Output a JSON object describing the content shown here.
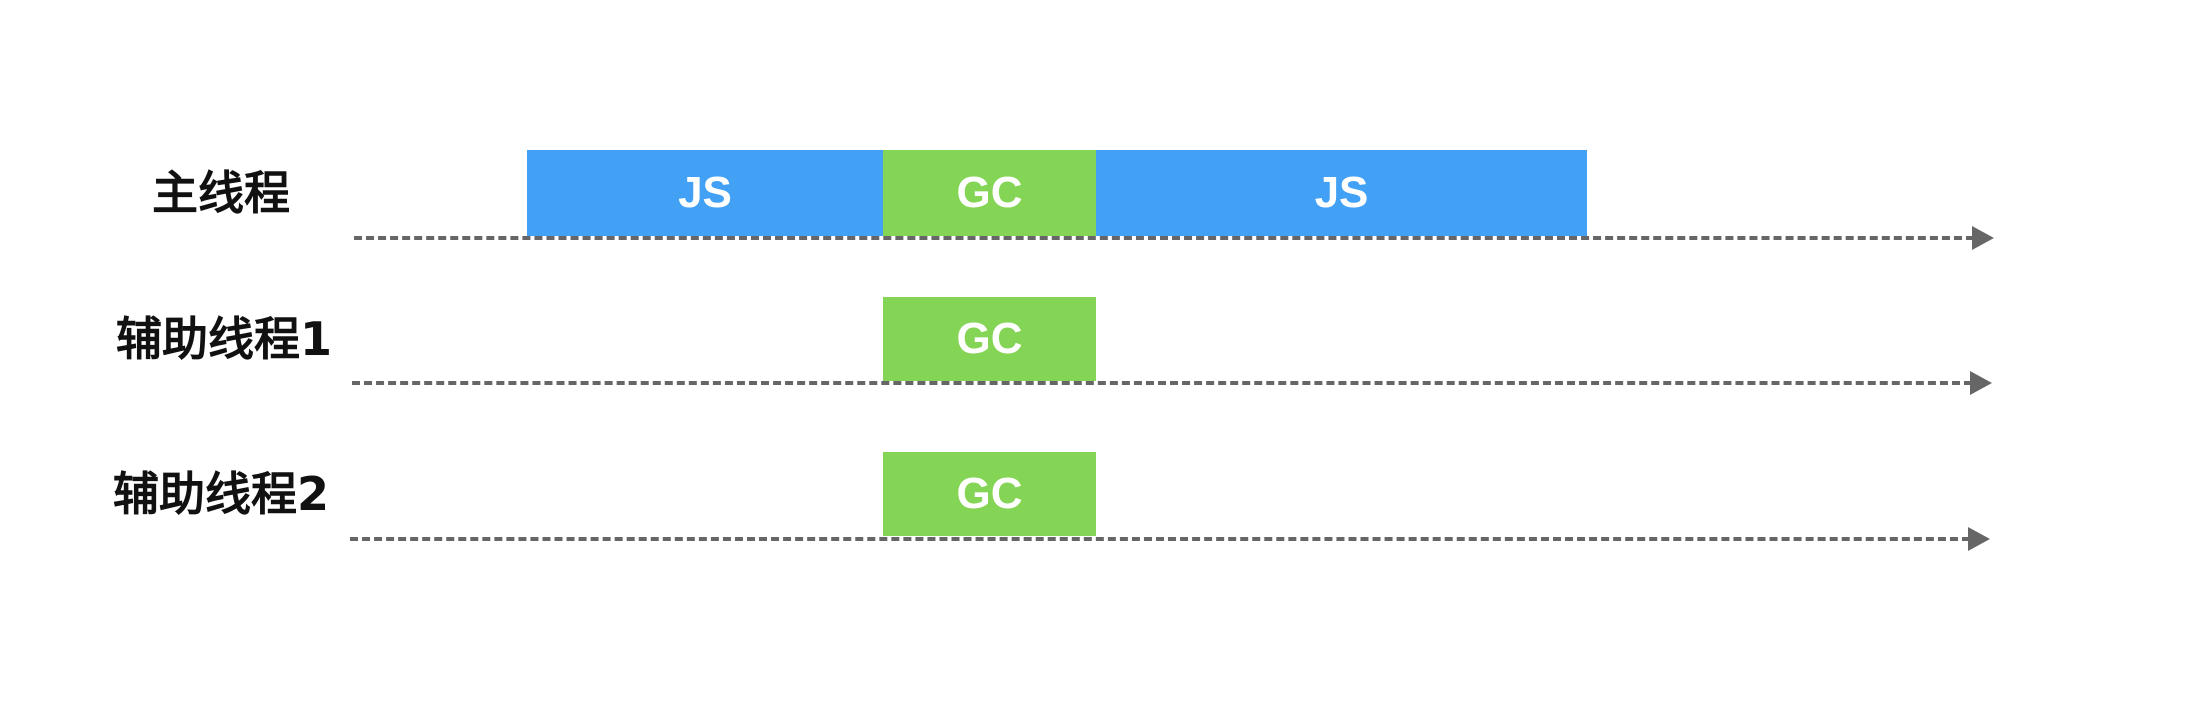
{
  "colors": {
    "js_block": "#42a1f5",
    "gc_block": "#84d455",
    "timeline": "#666666",
    "label_text": "#111111",
    "block_text": "#ffffff"
  },
  "threads": [
    {
      "label": "主线程",
      "blocks": [
        {
          "kind": "js",
          "text": "JS"
        },
        {
          "kind": "gc",
          "text": "GC"
        },
        {
          "kind": "js",
          "text": "JS"
        }
      ]
    },
    {
      "label": "辅助线程1",
      "blocks": [
        {
          "kind": "gc",
          "text": "GC"
        }
      ]
    },
    {
      "label": "辅助线程2",
      "blocks": [
        {
          "kind": "gc",
          "text": "GC"
        }
      ]
    }
  ]
}
